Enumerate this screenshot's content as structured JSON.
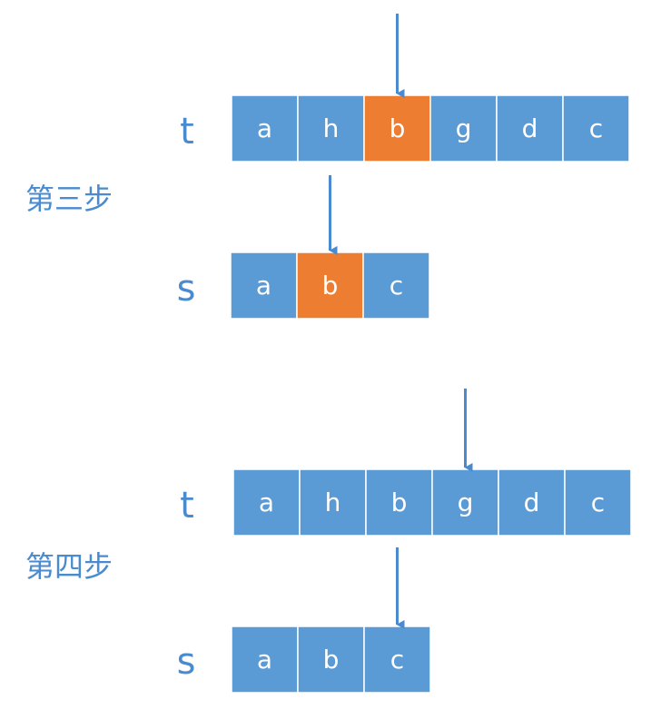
{
  "colors": {
    "cell": "#5b9bd5",
    "highlight": "#ed7d31",
    "border": "#ffffff",
    "label": "#4a8bd0",
    "arrow": "#4a8bd0"
  },
  "steps": [
    {
      "label": "第三步",
      "t": {
        "label": "t",
        "cells": [
          "a",
          "h",
          "b",
          "g",
          "d",
          "c"
        ],
        "highlight": 2,
        "pointer": 2
      },
      "s": {
        "label": "s",
        "cells": [
          "a",
          "b",
          "c"
        ],
        "highlight": 1,
        "pointer": 1
      }
    },
    {
      "label": "第四步",
      "t": {
        "label": "t",
        "cells": [
          "a",
          "h",
          "b",
          "g",
          "d",
          "c"
        ],
        "highlight": null,
        "pointer": 3
      },
      "s": {
        "label": "s",
        "cells": [
          "a",
          "b",
          "c"
        ],
        "highlight": null,
        "pointer": 2
      }
    }
  ]
}
